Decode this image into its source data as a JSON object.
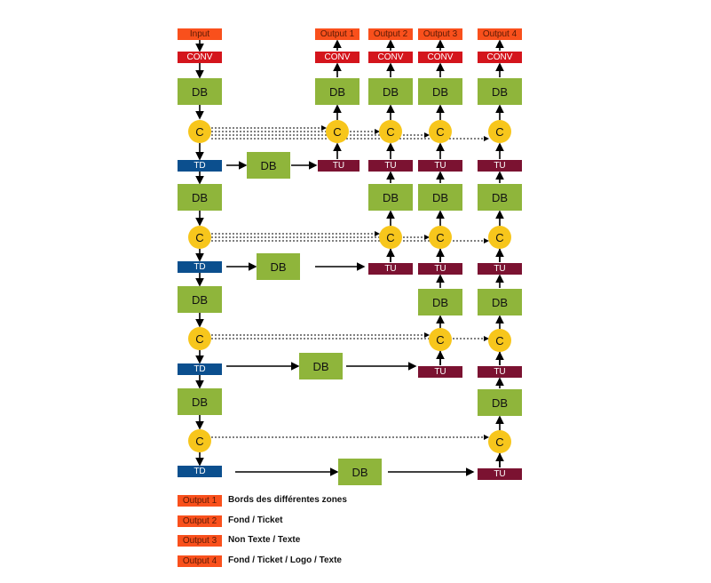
{
  "input_label": "Input",
  "outputs": [
    "Output 1",
    "Output 2",
    "Output 3",
    "Output 4"
  ],
  "labels": {
    "conv": "CONV",
    "db": "DB",
    "concat": "C",
    "td": "TD",
    "tu": "TU"
  },
  "legend": [
    {
      "tag": "Output 1",
      "text": "Bords des différentes zones"
    },
    {
      "tag": "Output 2",
      "text": "Fond / Ticket"
    },
    {
      "tag": "Output 3",
      "text": "Non Texte / Texte"
    },
    {
      "tag": "Output 4",
      "text": "Fond / Ticket / Logo / Texte"
    }
  ],
  "colors": {
    "output": "#f9501c",
    "conv": "#d4151c",
    "db": "#8fb53b",
    "concat": "#f7c61c",
    "td": "#0b4f8e",
    "tu": "#7b1231"
  }
}
